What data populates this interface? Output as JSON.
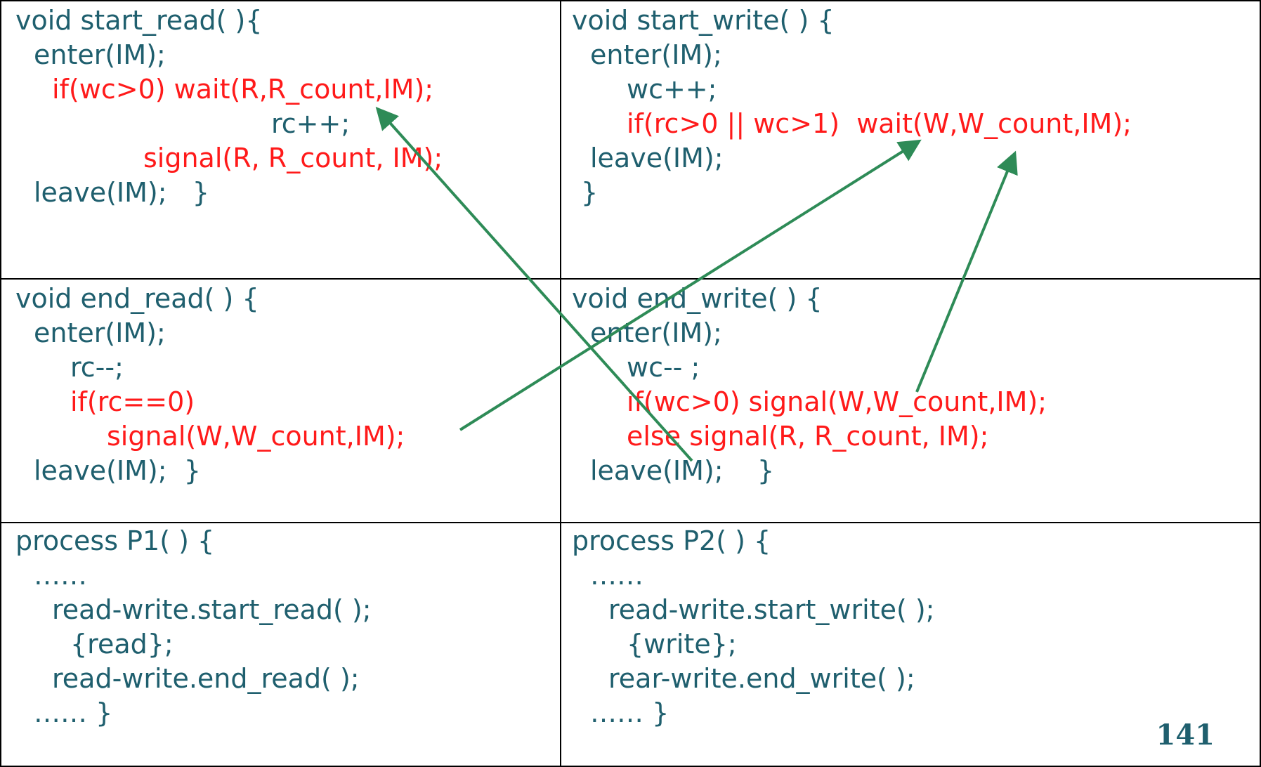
{
  "colors": {
    "code": "#1f5f6e",
    "highlight": "#ff1a1a",
    "arrow": "#2e8b57",
    "grid": "#000000"
  },
  "page_number": "141",
  "cells": {
    "start_read": [
      {
        "text": "void start_read( ){",
        "color": "teal",
        "indent": 0
      },
      {
        "text": "enter(IM);",
        "color": "teal",
        "indent": 1
      },
      {
        "text": "if(wc>0) wait(R,R_count,IM);",
        "color": "red",
        "indent": 2
      },
      {
        "text": "rc++;",
        "color": "teal",
        "indent": 14
      },
      {
        "text": "signal(R, R_count, IM);",
        "color": "red",
        "indent": 7
      },
      {
        "text": "leave(IM);   }",
        "color": "teal",
        "indent": 1
      }
    ],
    "start_write": [
      {
        "text": "void start_write( ) {",
        "color": "teal",
        "indent": 0
      },
      {
        "text": "enter(IM);",
        "color": "teal",
        "indent": 1
      },
      {
        "text": "wc++;",
        "color": "teal",
        "indent": 3
      },
      {
        "text": "if(rc>0 || wc>1)  wait(W,W_count,IM);",
        "color": "red",
        "indent": 3
      },
      {
        "text": "leave(IM);",
        "color": "teal",
        "indent": 1
      },
      {
        "text": "}",
        "color": "teal",
        "indent": 0.5
      }
    ],
    "end_read": [
      {
        "text": "void end_read( ) {",
        "color": "teal",
        "indent": 0
      },
      {
        "text": "enter(IM);",
        "color": "teal",
        "indent": 1
      },
      {
        "text": "rc--;",
        "color": "teal",
        "indent": 3
      },
      {
        "text": "if(rc==0)",
        "color": "red",
        "indent": 3
      },
      {
        "text": "signal(W,W_count,IM);",
        "color": "red",
        "indent": 5
      },
      {
        "text": "leave(IM);  }",
        "color": "teal",
        "indent": 1
      }
    ],
    "end_write": [
      {
        "text": "void end_write( ) {",
        "color": "teal",
        "indent": 0
      },
      {
        "text": "enter(IM);",
        "color": "teal",
        "indent": 1
      },
      {
        "text": "wc-- ;",
        "color": "teal",
        "indent": 3
      },
      {
        "text": "if(wc>0) signal(W,W_count,IM);",
        "color": "red",
        "indent": 3
      },
      {
        "text": "else signal(R, R_count, IM);",
        "color": "red",
        "indent": 3
      },
      {
        "text": "leave(IM);    }",
        "color": "teal",
        "indent": 1
      }
    ],
    "process_p1": [
      {
        "text": "process P1( ) {",
        "color": "teal",
        "indent": 0
      },
      {
        "text": "……",
        "color": "teal",
        "indent": 1
      },
      {
        "text": "read-write.start_read( );",
        "color": "teal",
        "indent": 2
      },
      {
        "text": "{read};",
        "color": "teal",
        "indent": 3
      },
      {
        "text": "read-write.end_read( );",
        "color": "teal",
        "indent": 2
      },
      {
        "text": "…… }",
        "color": "teal",
        "indent": 1
      }
    ],
    "process_p2": [
      {
        "text": "process P2( ) {",
        "color": "teal",
        "indent": 0
      },
      {
        "text": "……",
        "color": "teal",
        "indent": 1
      },
      {
        "text": "read-write.start_write( );",
        "color": "teal",
        "indent": 2
      },
      {
        "text": "{write};",
        "color": "teal",
        "indent": 3
      },
      {
        "text": "rear-write.end_write( );",
        "color": "teal",
        "indent": 2
      },
      {
        "text": "…… }",
        "color": "teal",
        "indent": 1
      }
    ]
  }
}
